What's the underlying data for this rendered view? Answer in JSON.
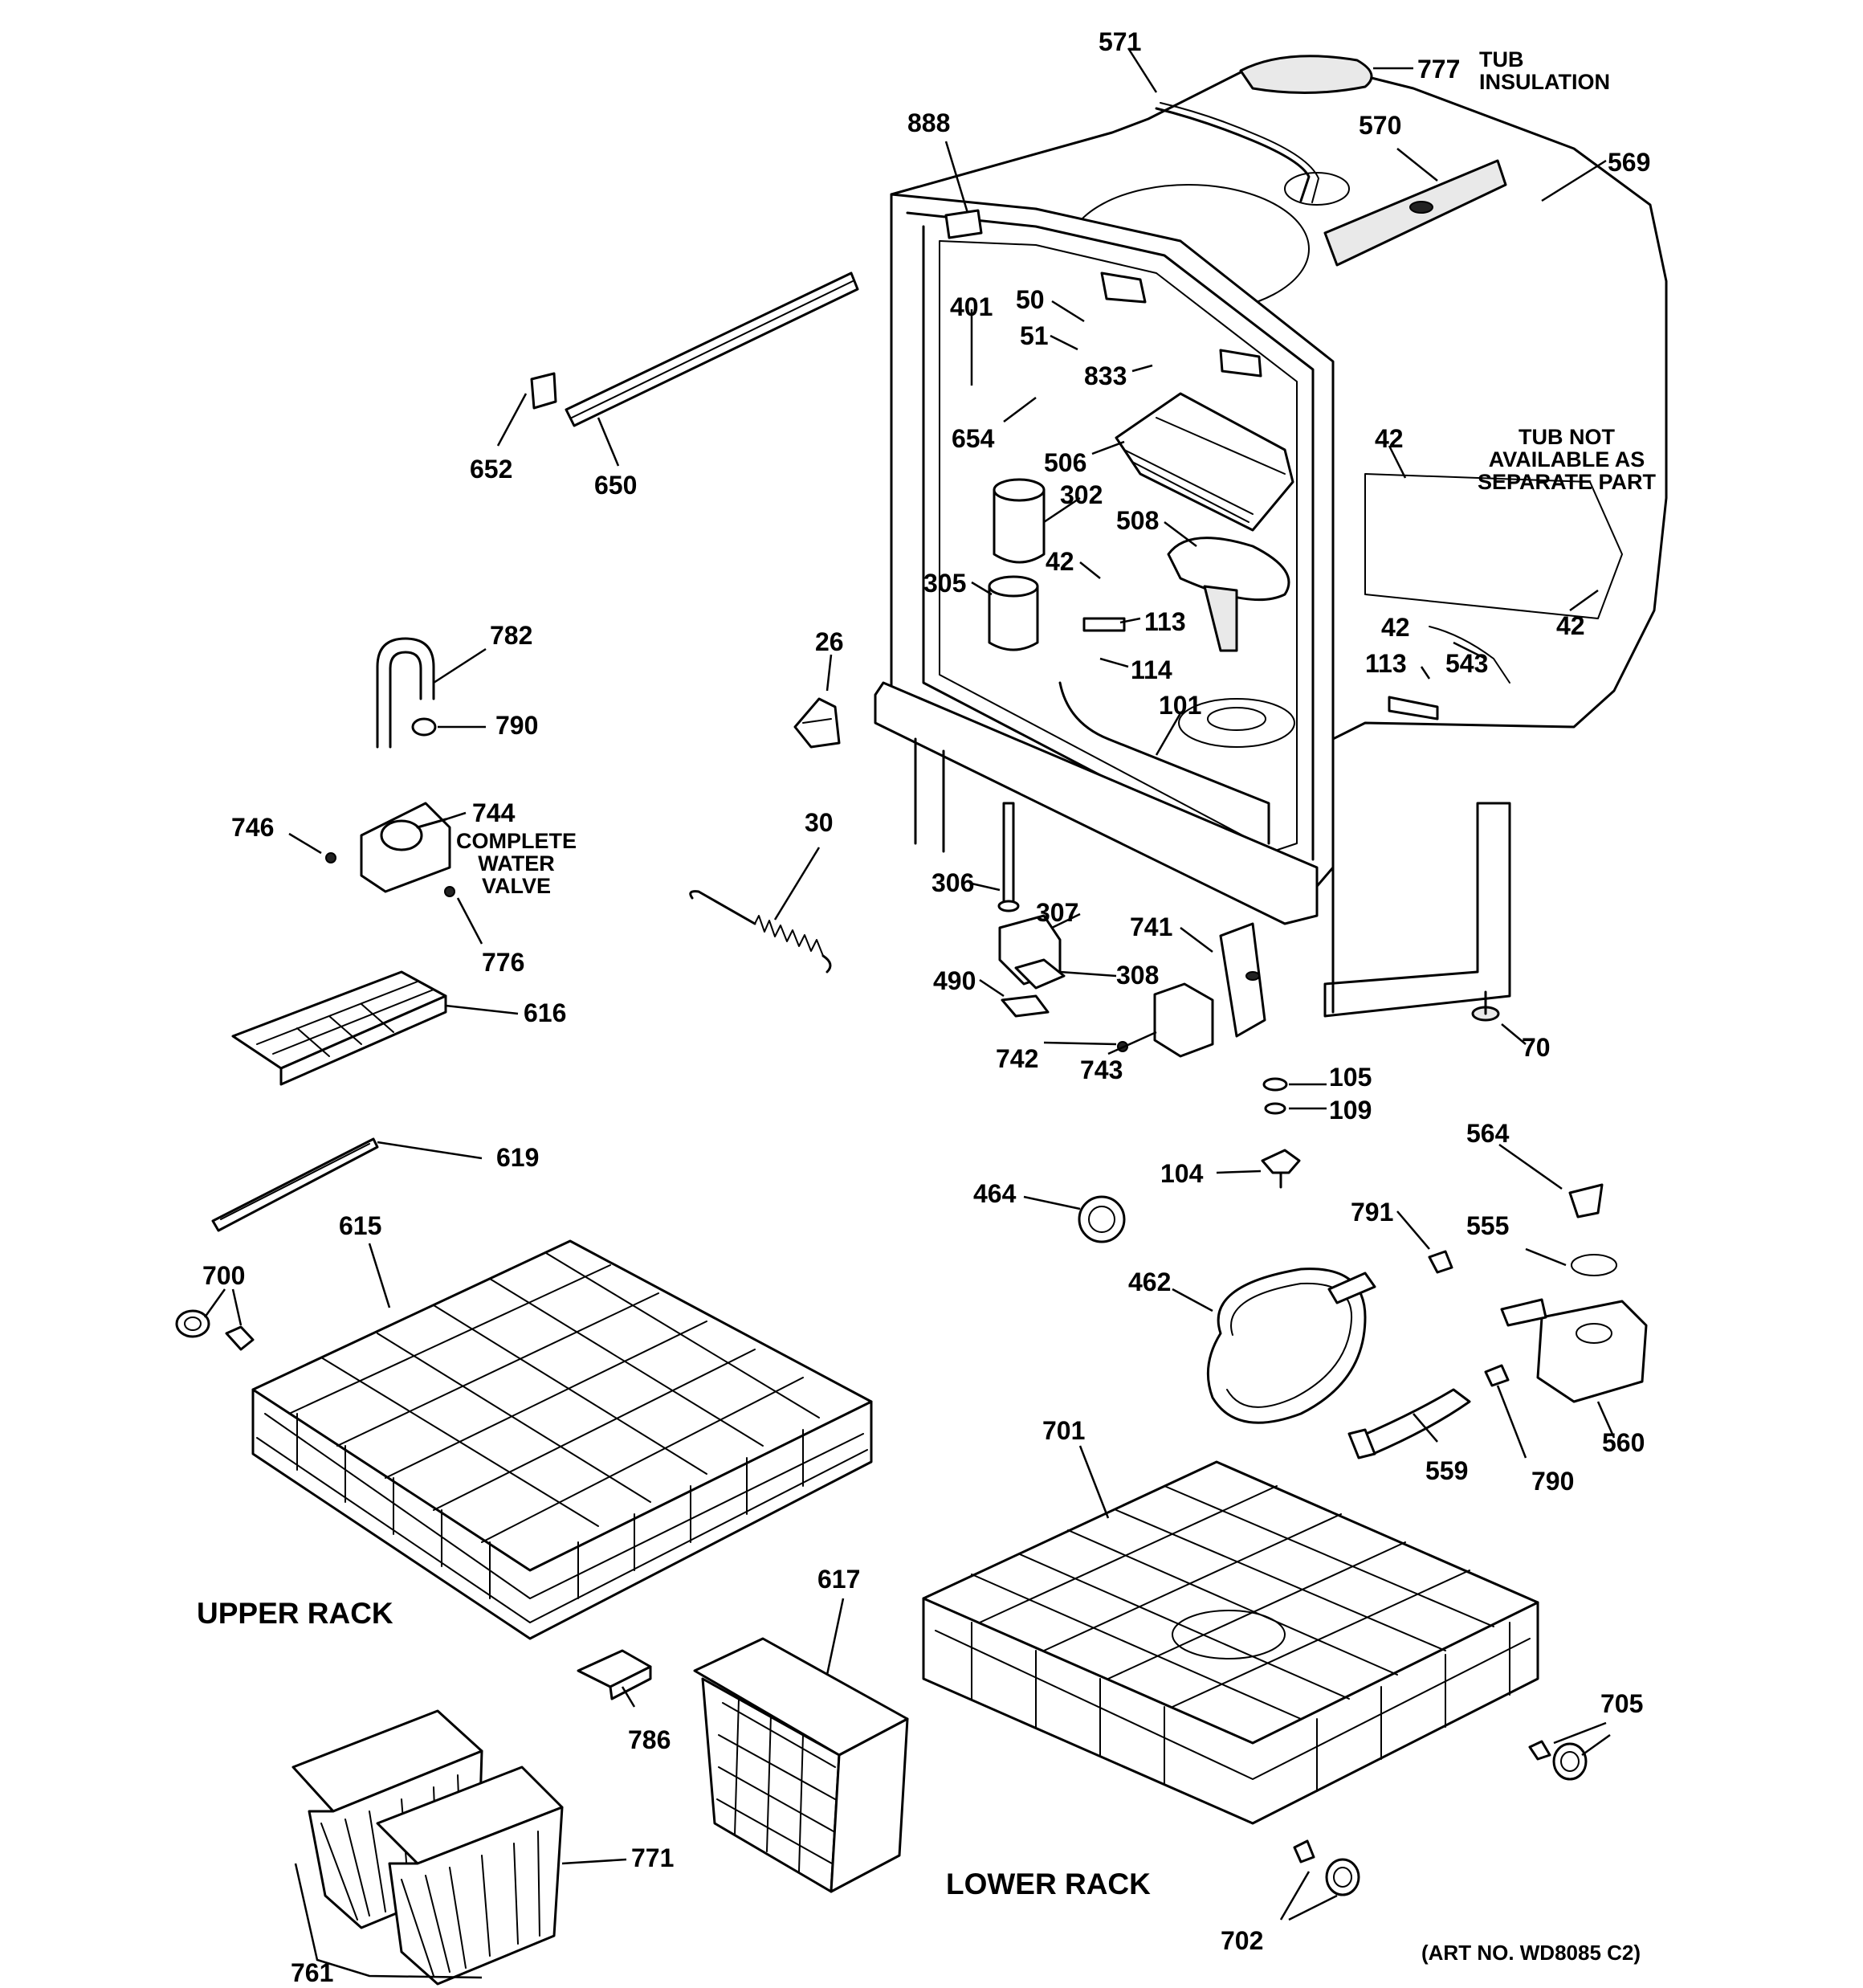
{
  "diagram": {
    "parts": [
      {
        "id": "571",
        "label": "571"
      },
      {
        "id": "777",
        "label": "777"
      },
      {
        "id": "570",
        "label": "570"
      },
      {
        "id": "569",
        "label": "569"
      },
      {
        "id": "888",
        "label": "888"
      },
      {
        "id": "50",
        "label": "50"
      },
      {
        "id": "401",
        "label": "401"
      },
      {
        "id": "51",
        "label": "51"
      },
      {
        "id": "833",
        "label": "833"
      },
      {
        "id": "654",
        "label": "654"
      },
      {
        "id": "506",
        "label": "506"
      },
      {
        "id": "302",
        "label": "302"
      },
      {
        "id": "508",
        "label": "508"
      },
      {
        "id": "42a",
        "label": "42"
      },
      {
        "id": "42b",
        "label": "42"
      },
      {
        "id": "42c",
        "label": "42"
      },
      {
        "id": "42d",
        "label": "42"
      },
      {
        "id": "305",
        "label": "305"
      },
      {
        "id": "113a",
        "label": "113"
      },
      {
        "id": "113b",
        "label": "113"
      },
      {
        "id": "114",
        "label": "114"
      },
      {
        "id": "101",
        "label": "101"
      },
      {
        "id": "543",
        "label": "543"
      },
      {
        "id": "652",
        "label": "652"
      },
      {
        "id": "650",
        "label": "650"
      },
      {
        "id": "782",
        "label": "782"
      },
      {
        "id": "790a",
        "label": "790"
      },
      {
        "id": "26",
        "label": "26"
      },
      {
        "id": "744",
        "label": "744"
      },
      {
        "id": "746",
        "label": "746"
      },
      {
        "id": "776",
        "label": "776"
      },
      {
        "id": "30",
        "label": "30"
      },
      {
        "id": "306",
        "label": "306"
      },
      {
        "id": "307",
        "label": "307"
      },
      {
        "id": "741",
        "label": "741"
      },
      {
        "id": "308",
        "label": "308"
      },
      {
        "id": "490",
        "label": "490"
      },
      {
        "id": "742",
        "label": "742"
      },
      {
        "id": "743",
        "label": "743"
      },
      {
        "id": "70",
        "label": "70"
      },
      {
        "id": "616",
        "label": "616"
      },
      {
        "id": "105",
        "label": "105"
      },
      {
        "id": "109",
        "label": "109"
      },
      {
        "id": "619",
        "label": "619"
      },
      {
        "id": "104",
        "label": "104"
      },
      {
        "id": "564",
        "label": "564"
      },
      {
        "id": "464",
        "label": "464"
      },
      {
        "id": "791",
        "label": "791"
      },
      {
        "id": "555",
        "label": "555"
      },
      {
        "id": "615",
        "label": "615"
      },
      {
        "id": "700",
        "label": "700"
      },
      {
        "id": "462",
        "label": "462"
      },
      {
        "id": "560",
        "label": "560"
      },
      {
        "id": "559",
        "label": "559"
      },
      {
        "id": "790b",
        "label": "790"
      },
      {
        "id": "701",
        "label": "701"
      },
      {
        "id": "617",
        "label": "617"
      },
      {
        "id": "786",
        "label": "786"
      },
      {
        "id": "705",
        "label": "705"
      },
      {
        "id": "771",
        "label": "771"
      },
      {
        "id": "702",
        "label": "702"
      },
      {
        "id": "761",
        "label": "761"
      }
    ],
    "notes": {
      "tub_insulation": "TUB\nINSULATION",
      "tub_not_available": "TUB NOT\nAVAILABLE AS\nSEPARATE PART",
      "complete_water_valve": "COMPLETE\nWATER\nVALVE"
    },
    "sections": {
      "upper_rack": "UPPER RACK",
      "lower_rack": "LOWER RACK"
    },
    "art_number": "(ART NO. WD8085 C2)"
  }
}
